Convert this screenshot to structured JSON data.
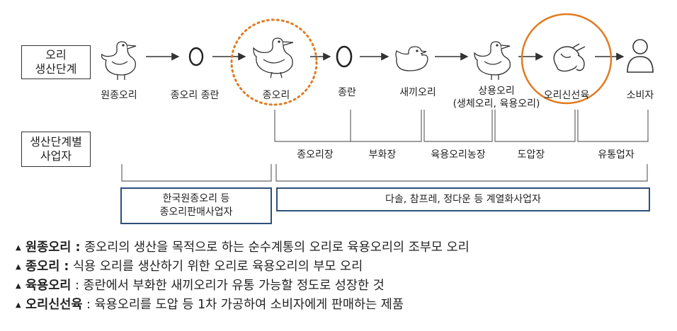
{
  "row_labels": {
    "production": "오리\n생산단계",
    "business": "생산단계별\n사업자"
  },
  "stages": [
    {
      "icon": "duck-icon",
      "label": "원종오리"
    },
    {
      "icon": "egg-icon",
      "label": "종오리 종란"
    },
    {
      "icon": "duck-icon",
      "label": "종오리"
    },
    {
      "icon": "egg-icon",
      "label": "종란"
    },
    {
      "icon": "duckling-icon",
      "label": "새끼오리"
    },
    {
      "icon": "duck-icon",
      "label": "상용오리\n(생체오리, 육용오리)"
    },
    {
      "icon": "meat-icon",
      "label": "오리신선육"
    },
    {
      "icon": "person-icon",
      "label": "소비자"
    }
  ],
  "businesses": [
    "종오리장",
    "부화장",
    "육용오리농장",
    "도압장",
    "유통업자"
  ],
  "groups": [
    {
      "label": "한국원종오리 등\n종오리판매사업자"
    },
    {
      "label": "다솔, 참프레, 정다운 등 계열화사업자"
    }
  ],
  "definitions": [
    {
      "term": "원종오리 :",
      "desc": " 종오리의 생산을 목적으로 하는 순수계통의 오리로 육용오리의 조부모 오리"
    },
    {
      "term": "종오리 :",
      "desc": " 식용 오리를 생산하기 위한 오리로 육용오리의 부모 오리"
    },
    {
      "term": "육용오리",
      "desc": " :  종란에서 부화한 새끼오리가 유통 가능할 정도로 성장한 것"
    },
    {
      "term": "오리신선육",
      "desc": " :  육용오리를 도압 등 1차 가공하여 소비자에게 판매하는 제품"
    }
  ],
  "colors": {
    "highlight_orange": "#e07b22",
    "group_border": "#2e4f7a",
    "line": "#555555"
  }
}
